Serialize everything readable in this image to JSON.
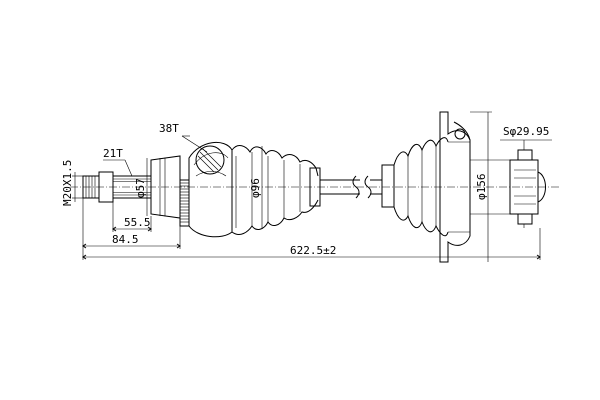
{
  "labels": {
    "teeth_outer": "38T",
    "teeth_inner": "21T",
    "thread": "M20X1.5",
    "dia_57": "φ57",
    "dia_96": "φ96",
    "dia_156": "φ156",
    "sphere_dia": "Sφ29.95",
    "len_55_5": "55.5",
    "len_84_5": "84.5",
    "total_length": "622.5±2"
  }
}
